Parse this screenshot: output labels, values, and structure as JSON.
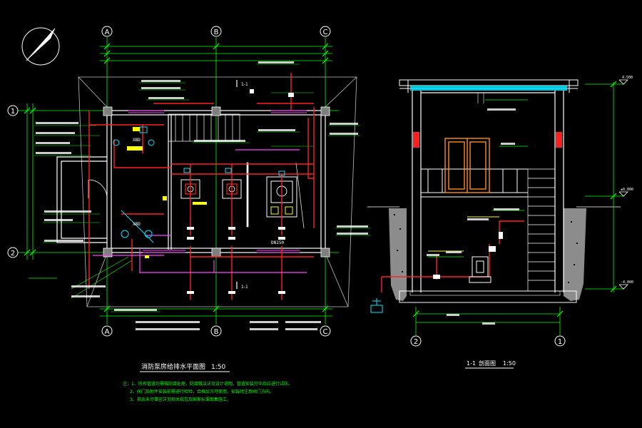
{
  "colors": {
    "background": "#000000",
    "grid": "#00ff00",
    "wall": "#ffffff",
    "pipe_red": "#ff2020",
    "pipe_magenta": "#ff40ff",
    "cyan": "#00e5ff",
    "yellow": "#ffff00",
    "door": "#ff8c1a",
    "column": "#7f7f7f"
  },
  "plan": {
    "axis_cols": [
      "A",
      "B",
      "C"
    ],
    "axis_rows": [
      "1",
      "2"
    ],
    "caption": "消防泵房给排水平面图",
    "scale": "1:50",
    "annotations": [
      "1-1",
      "1-1"
    ],
    "pump_labels": [
      "XBD",
      "XBD",
      "DN150"
    ]
  },
  "section": {
    "title": "1-1",
    "title_word": "剖面图",
    "scale": "1:50",
    "axis": [
      "2",
      "1"
    ],
    "elevation_marks": [
      "4.500",
      "±0.000",
      "-4.000"
    ]
  },
  "notes": {
    "items": [
      "注：1、所有管道均需做防腐处理，防腐做法详见设计说明，管道安装完毕后应进行试压。",
      "2、阀门及附件安装前需进行检验，合格后方可使用，安装时注意阀门方向。",
      "3、其余未尽事宜详见相关规范及国家标准图集施工。"
    ]
  }
}
